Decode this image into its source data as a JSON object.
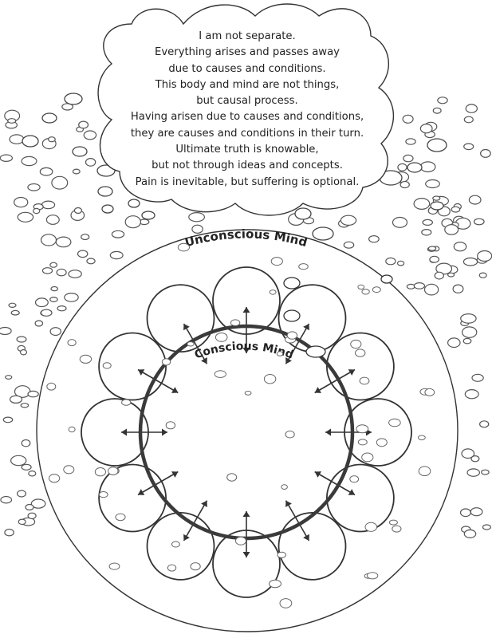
{
  "cloud": {
    "lines": [
      "I am not separate.",
      "Everything arises and passes away",
      "due to causes and conditions.",
      "This body and mind are not things,",
      "but causal process.",
      "Having arisen due to causes and conditions,",
      "they are causes and conditions in their turn.",
      "Ultimate truth is knowable,",
      "but not through ideas and concepts.",
      "Pain is inevitable, but suffering is optional."
    ]
  },
  "labels": {
    "unconscious": "Unconscious Mind",
    "conscious": "Conscious Mind"
  },
  "ring": {
    "count": 12,
    "arrows": "bidirectional"
  },
  "colors": {
    "stroke": "#333333",
    "conscious_stroke": "#3a3a3a",
    "bubble_stroke": "#555555",
    "fill": "#ffffff"
  }
}
